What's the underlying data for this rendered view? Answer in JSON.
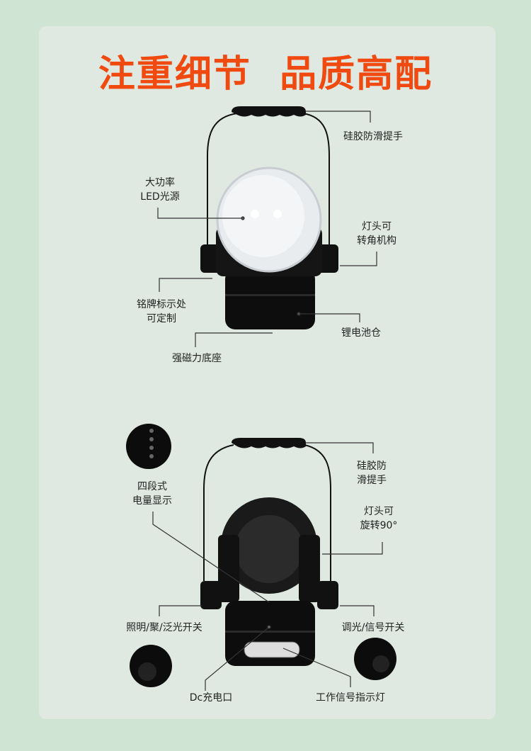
{
  "title": "注重细节  品质高配",
  "colors": {
    "title": "#f04a10",
    "background": "#cfe4d3",
    "card": "#dfe9e2"
  },
  "top_view": {
    "labels": [
      [
        "硅胶防滑提手"
      ],
      [
        "大功率",
        "LED光源"
      ],
      [
        "灯头可",
        "转角机构"
      ],
      [
        "铭牌标示处",
        "可定制"
      ],
      [
        "锂电池仓"
      ],
      [
        "强磁力底座"
      ]
    ]
  },
  "back_view": {
    "labels": [
      [
        "四段式",
        "电量显示"
      ],
      [
        "硅胶防",
        "滑提手"
      ],
      [
        "灯头可",
        "旋转90°"
      ],
      [
        "照明/聚/泛光开关"
      ],
      [
        "调光/信号开关"
      ],
      [
        "Dc充电口"
      ],
      [
        "工作信号指示灯"
      ]
    ]
  }
}
